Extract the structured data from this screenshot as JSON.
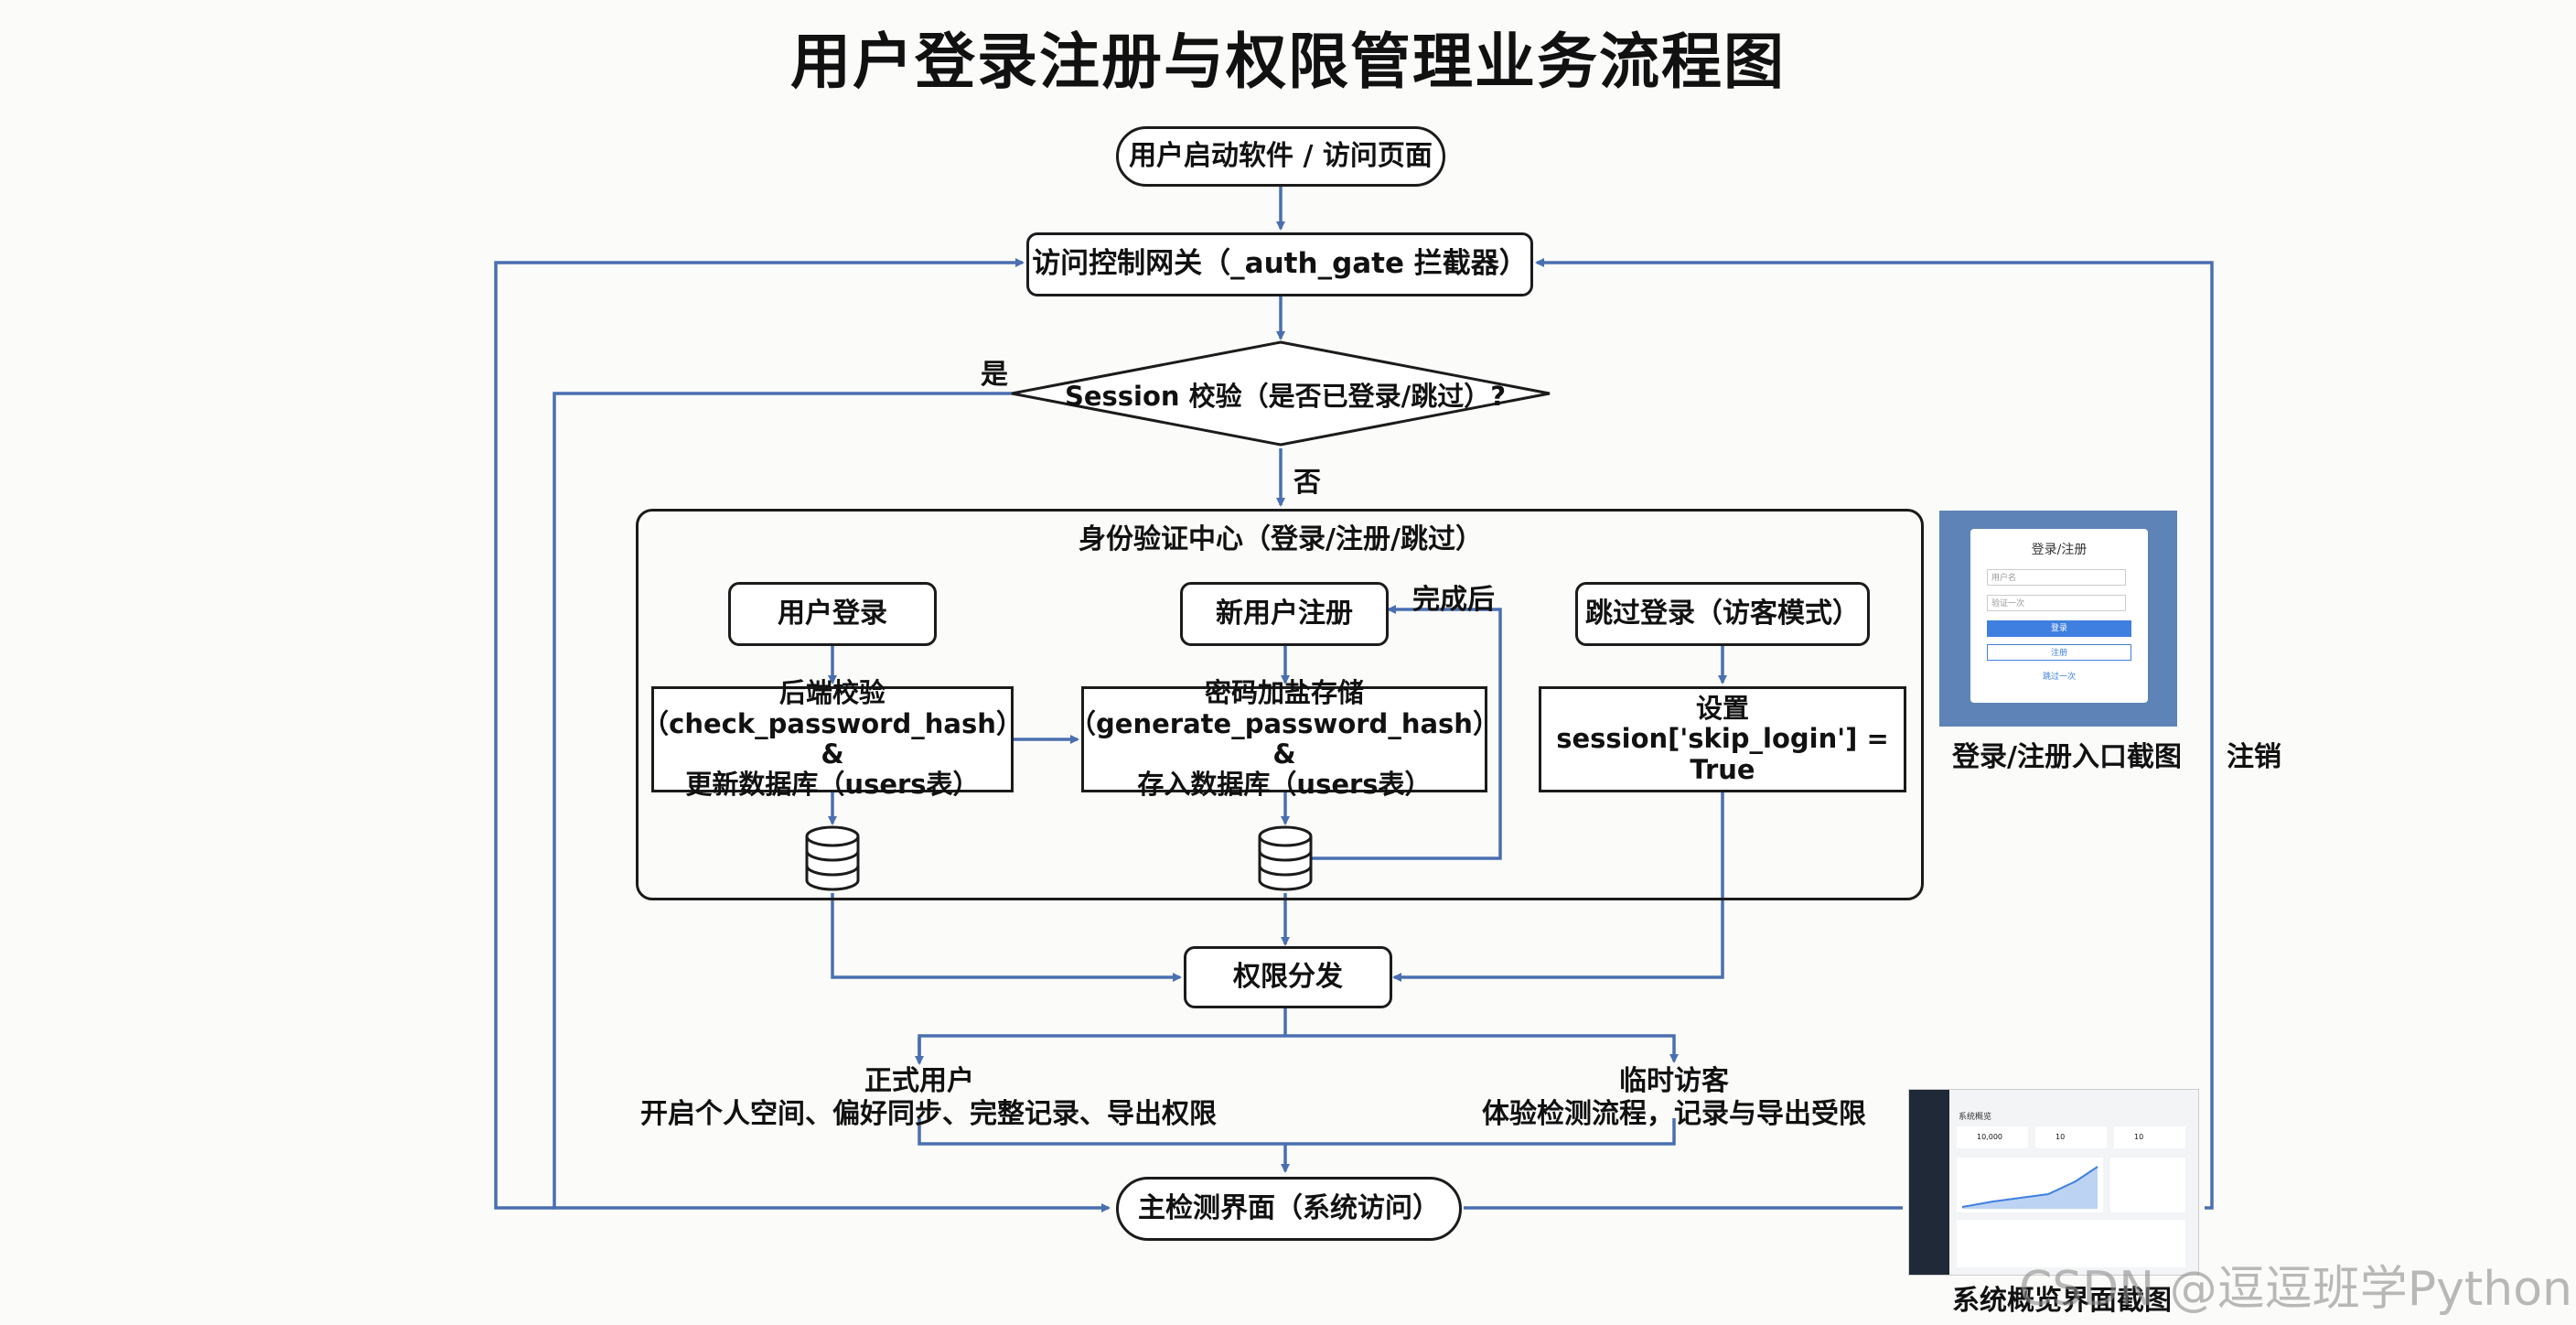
{
  "title": "用户登录注册与权限管理业务流程图",
  "nodes": {
    "start": "用户启动软件 / 访问页面",
    "gateway": "访问控制网关（_auth_gate 拦截器）",
    "session_check": "Session 校验（是否已登录/跳过）?",
    "auth_center": "身份验证中心（登录/注册/跳过）",
    "login": "用户登录",
    "register": "新用户注册",
    "skip": "跳过登录（访客模式）",
    "backend_verify": [
      "后端校验",
      "（check_password_hash）&",
      "更新数据库（users表）"
    ],
    "password_store": [
      "密码加盐存储",
      "（generate_password_hash）&",
      "存入数据库（users表）"
    ],
    "set_session": [
      "设置",
      "session['skip_login'] = True"
    ],
    "permission": "权限分发",
    "formal_user": [
      "正式用户",
      "开启个人空间、偏好同步、完整记录、导出权限"
    ],
    "temp_visitor": [
      "临时访客",
      "体验检测流程，记录与导出受限"
    ],
    "main_ui": "主检测界面（系统访问）"
  },
  "edge_labels": {
    "yes": "是",
    "no": "否",
    "after_complete": "完成后",
    "logout": "注销"
  },
  "screenshots": {
    "login_caption": "登录/注册入口截图",
    "overview_caption": "系统概览界面截图",
    "login_mock": {
      "heading": "登录/注册",
      "username_placeholder": "用户名",
      "password_placeholder": "验证一次",
      "login_button": "登录",
      "register_button": "注册",
      "skip_link": "跳过一次"
    },
    "overview_mock": {
      "header": "系统概览",
      "stats": [
        "10,000",
        "10",
        "10"
      ]
    }
  },
  "watermark": "CSDN @逗逗班学Python",
  "colors": {
    "arrow": "#4a6fb0",
    "border": "#1b1b1b",
    "screenshot_blue": "#5e83b7",
    "dark_sidebar": "#1f2937"
  }
}
